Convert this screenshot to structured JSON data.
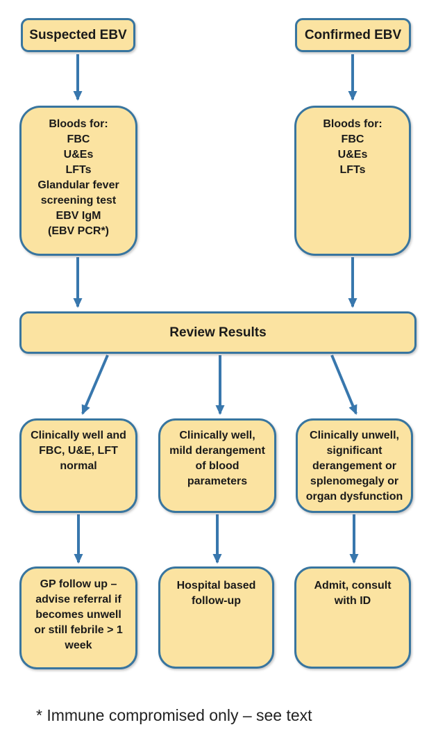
{
  "colors": {
    "box_fill": "#FBE3A1",
    "box_border": "#38759F",
    "arrow": "#3877AD",
    "text": "#1a1a1a",
    "background": "#ffffff"
  },
  "nodes": {
    "suspected": {
      "label": "Suspected EBV"
    },
    "confirmed": {
      "label": "Confirmed EBV"
    },
    "bloods_suspected": {
      "text": "Bloods for:\nFBC\nU&Es\nLFTs\nGlandular fever\nscreening test\nEBV IgM\n(EBV PCR*)"
    },
    "bloods_confirmed": {
      "text": "Bloods for:\nFBC\nU&Es\nLFTs"
    },
    "review": {
      "label": "Review Results"
    },
    "well_normal": {
      "text": "Clinically well and\nFBC, U&E, LFT\nnormal"
    },
    "mild_derangement": {
      "text": "Clinically well,\nmild derangement\nof blood\nparameters"
    },
    "unwell": {
      "text": "Clinically unwell,\nsignificant\nderangement or\nsplenomegaly or\norgan dysfunction"
    },
    "gp_followup": {
      "text": "GP follow up –\nadvise referral if\nbecomes unwell\nor still febrile > 1\nweek"
    },
    "hospital_followup": {
      "text": "Hospital based\nfollow-up"
    },
    "admit": {
      "text": "Admit, consult\nwith ID"
    }
  },
  "footnote": "* Immune compromised only – see text"
}
